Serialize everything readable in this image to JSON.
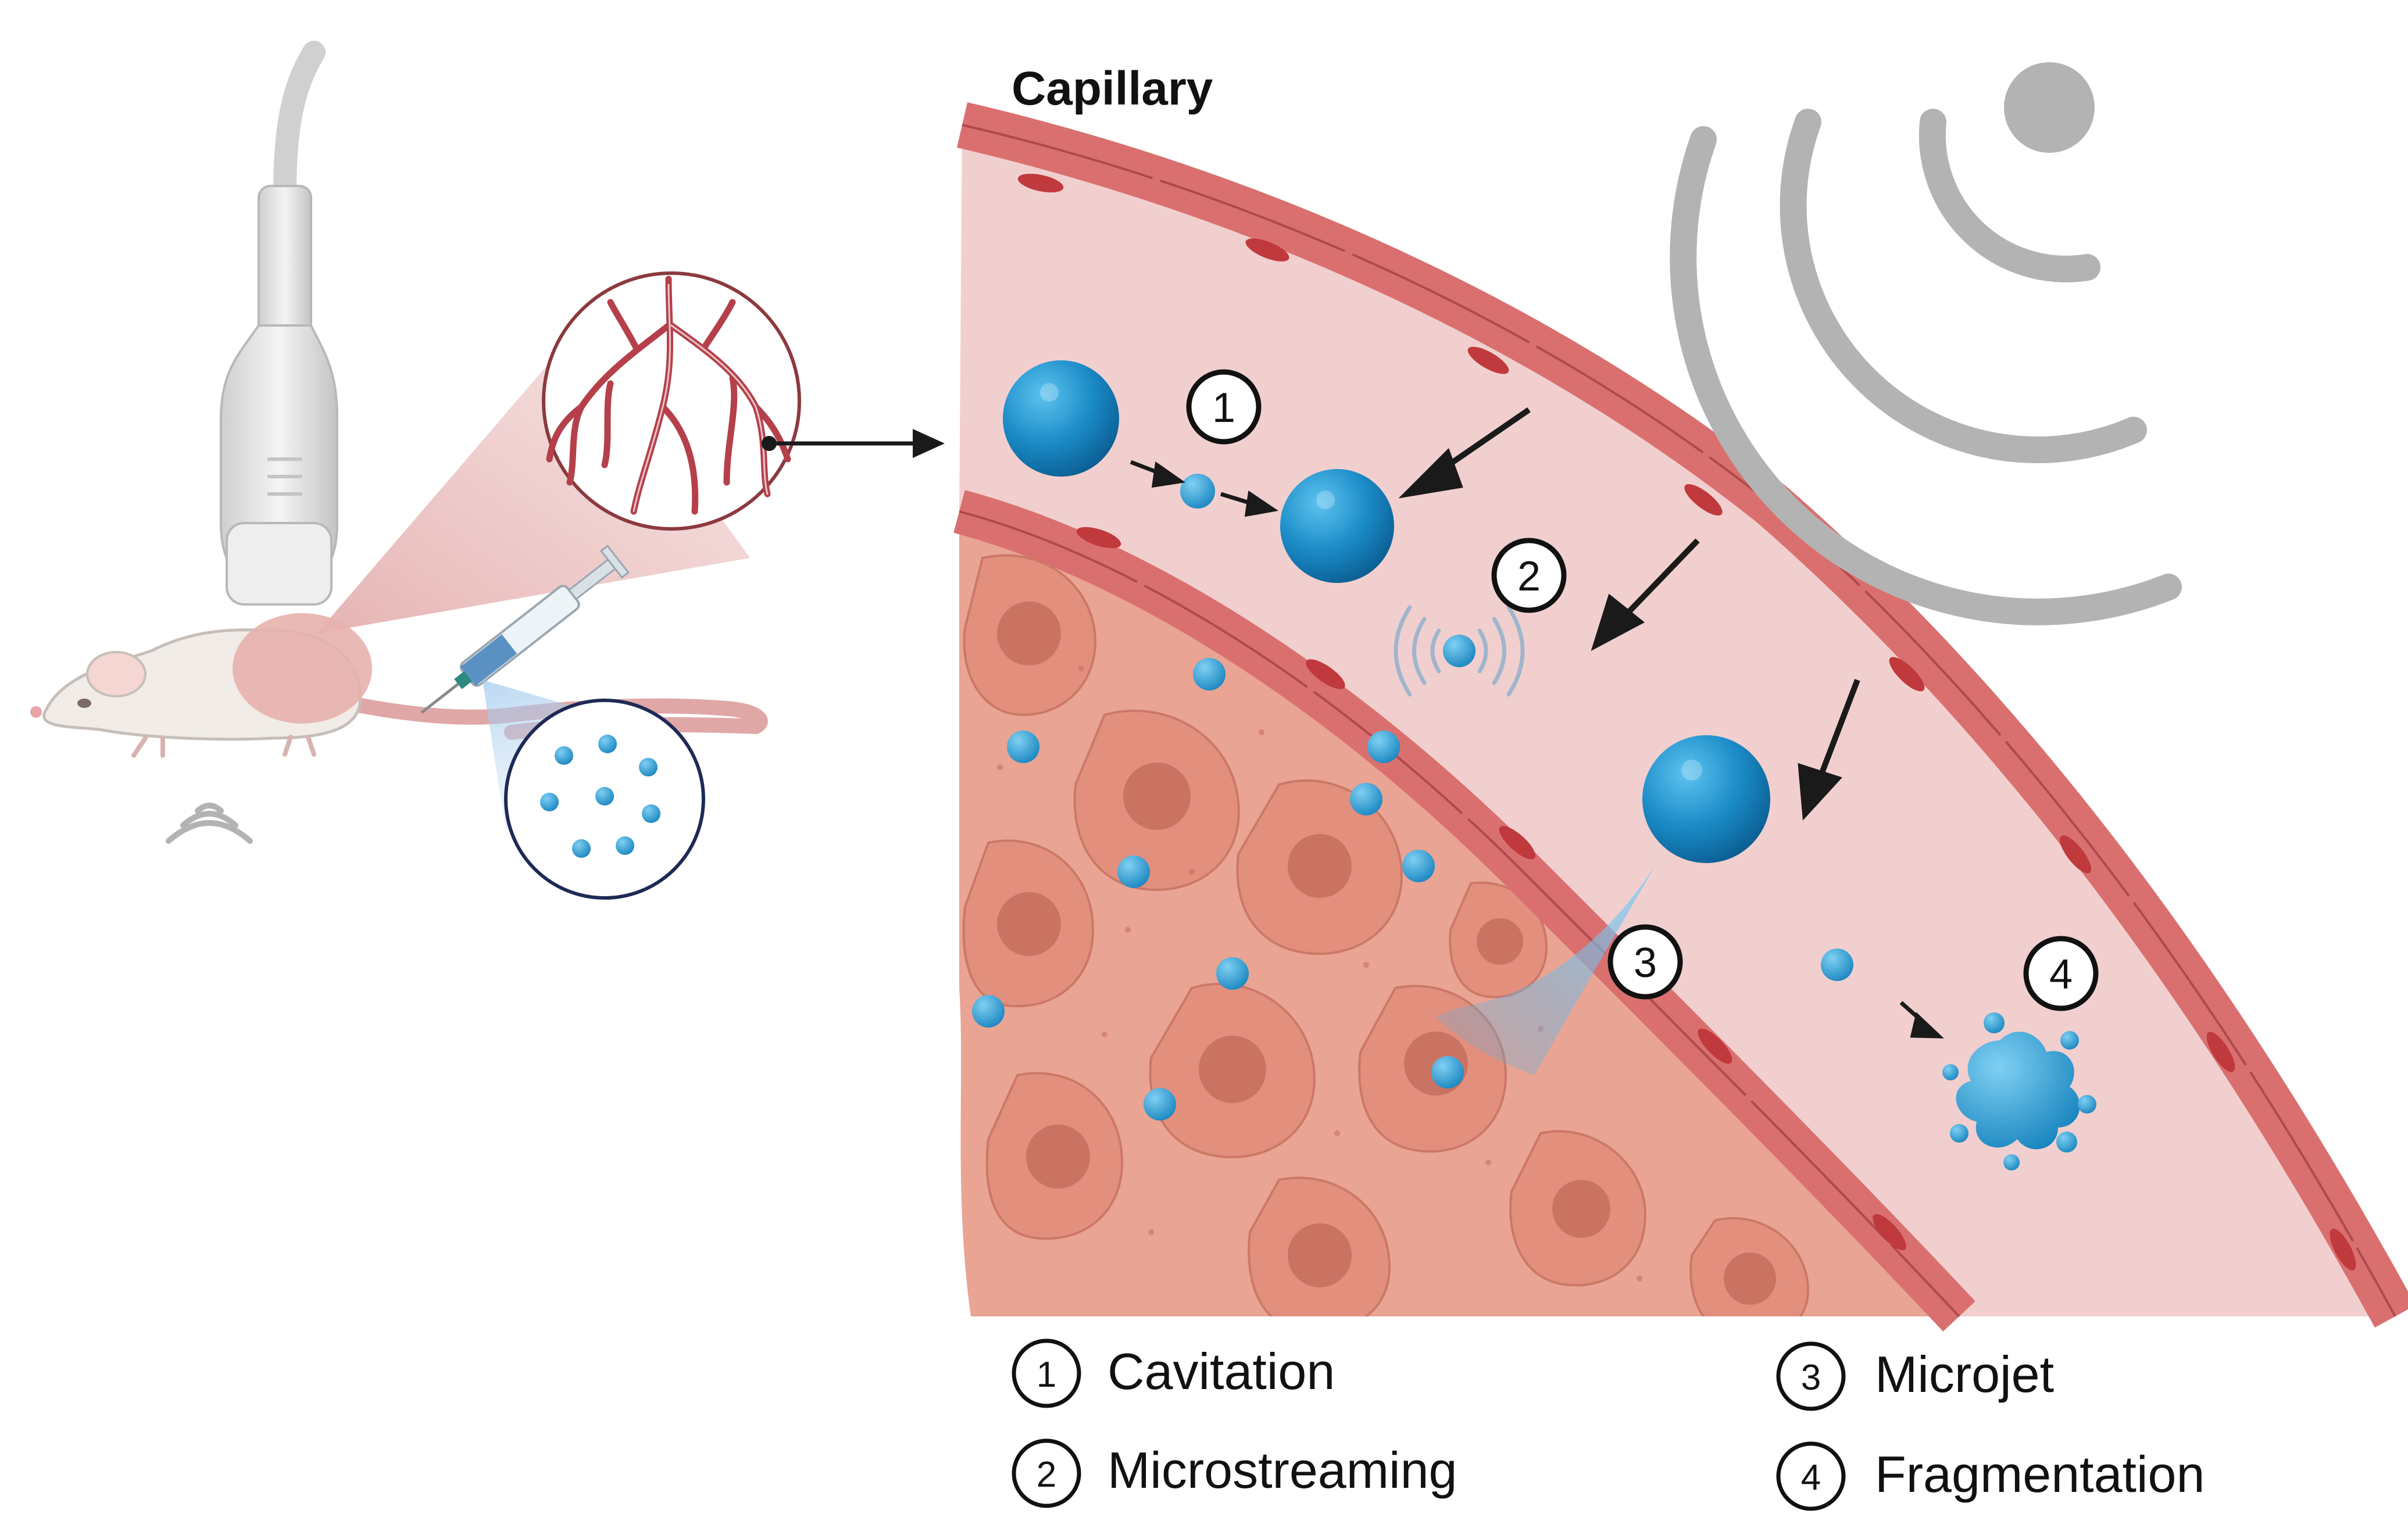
{
  "title": "Capillary",
  "markers": [
    {
      "number": "1"
    },
    {
      "number": "2"
    },
    {
      "number": "3"
    },
    {
      "number": "4"
    }
  ],
  "legend": [
    {
      "number": "1",
      "label": "Cavitation"
    },
    {
      "number": "2",
      "label": "Microstreaming"
    },
    {
      "number": "3",
      "label": "Microjet"
    },
    {
      "number": "4",
      "label": "Fragmentation"
    }
  ],
  "icons": [
    "ultrasound-probe-icon",
    "mouse-icon",
    "syringe-icon",
    "ultrasound-waves-icon",
    "capillary-network-icon",
    "microbubble-icon"
  ],
  "colors": {
    "vessel_lumen": "#f2cfcf",
    "endothelial_cell": "#d9706f",
    "endothelial_nucleus": "#c0393d",
    "tissue": "#e9a493",
    "tissue_nucleus": "#c9705f",
    "microbubble": "#1b8cc8",
    "waves": "#b3b3b3"
  }
}
